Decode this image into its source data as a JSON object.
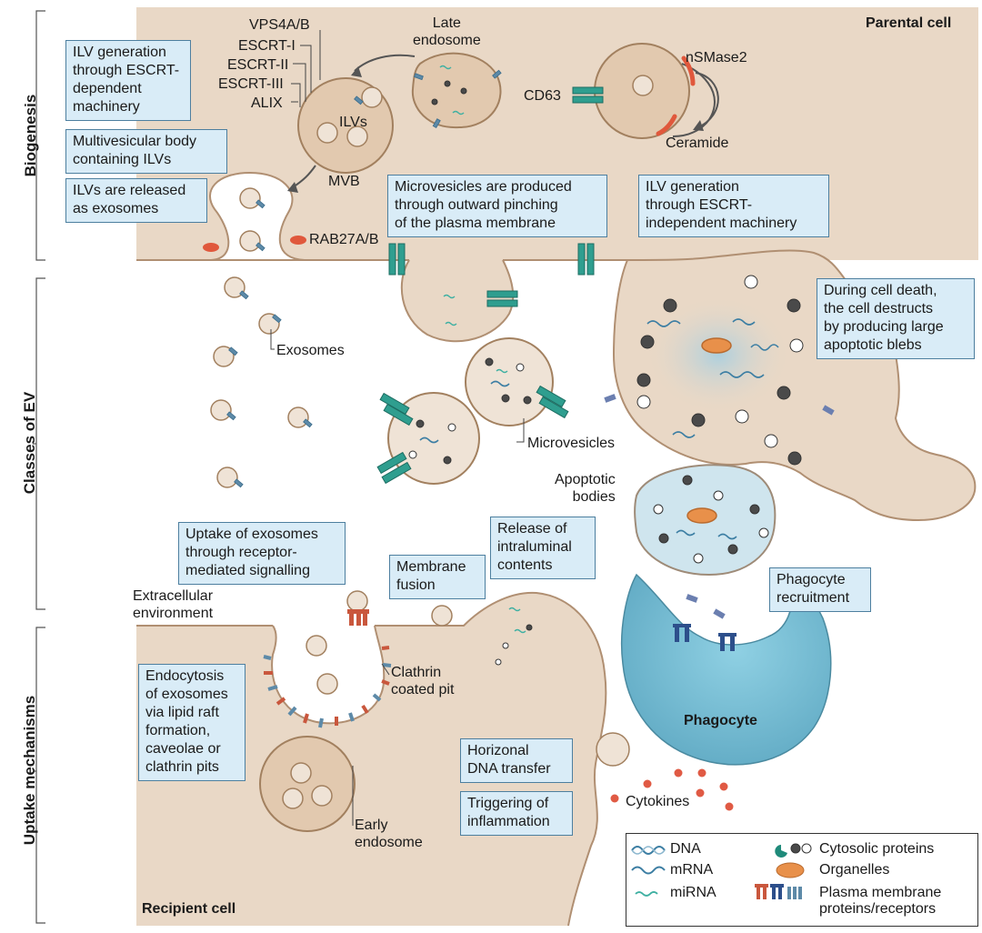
{
  "sections": {
    "biogenesis": "Biogenesis",
    "classes": "Classes of EV",
    "uptake": "Uptake mechanisms"
  },
  "regions": {
    "parental": "Parental cell",
    "recipient": "Recipient cell",
    "phagocyte": "Phagocyte",
    "extracellular": "Extracellular\nenvironment"
  },
  "labels": {
    "vps4": "VPS4A/B",
    "escrt1": "ESCRT-I",
    "escrt2": "ESCRT-II",
    "escrt3": "ESCRT-III",
    "alix": "ALIX",
    "ilvs": "ILVs",
    "mvb": "MVB",
    "late_endosome": "Late\nendosome",
    "cd63": "CD63",
    "nsmase2": "nSMase2",
    "ceramide": "Ceramide",
    "rab27": "RAB27A/B",
    "exosomes": "Exosomes",
    "microvesicles": "Microvesicles",
    "apoptotic_bodies": "Apoptotic\nbodies",
    "clathrin_pit": "Clathrin\ncoated pit",
    "early_endosome": "Early\nendosome",
    "cytokines": "Cytokines"
  },
  "callouts": {
    "ilv_escrt": "ILV generation\nthrough ESCRT-\ndependent\nmachinery",
    "mvb_ilvs": "Multivesicular body\ncontaining ILVs",
    "ilv_release": "ILVs are released\nas exosomes",
    "microvesicle_prod": "Microvesicles are produced\nthrough outward pinching\nof the plasma membrane",
    "ilv_independent": "ILV generation\nthrough ESCRT-\nindependent machinery",
    "cell_death": "During cell death,\nthe cell destructs\nby producing large\napoptotic blebs",
    "uptake_receptor": "Uptake of exosomes\nthrough receptor-\nmediated signalling",
    "membrane_fusion": "Membrane\nfusion",
    "release_contents": "Release of\nintraluminal\ncontents",
    "phagocyte_recruit": "Phagocyte\nrecruitment",
    "endocytosis": "Endocytosis\nof exosomes\nvia lipid raft\nformation,\ncaveolae or\nclathrin pits",
    "horizontal_dna": "Horizonal\nDNA transfer",
    "inflammation": "Triggering of\ninflammation"
  },
  "legend": {
    "dna": "DNA",
    "mrna": "mRNA",
    "mirna": "miRNA",
    "cytosolic": "Cytosolic proteins",
    "organelles": "Organelles",
    "membrane": "Plasma membrane\nproteins/receptors"
  },
  "colors": {
    "cell": "#e9d8c6",
    "cell_edge": "#b08f72",
    "vesicle": "#efe3d6",
    "callout_fill": "#d9ecf7",
    "callout_edge": "#4d7f9f",
    "teal": "#2f9e8f",
    "receptor_red": "#c9573d",
    "phagocyte": "#7fbfd4",
    "red_dot": "#e05a44"
  }
}
